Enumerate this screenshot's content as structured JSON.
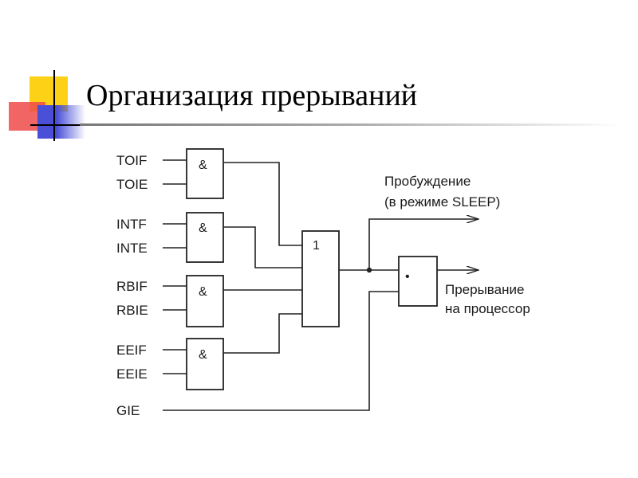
{
  "slide": {
    "title": "Организация прерываний"
  },
  "colors": {
    "accent_yellow": "#fcd116",
    "accent_red": "#f04a4a",
    "accent_blue": "#4a4fd8",
    "line": "#222222"
  },
  "diagram": {
    "inputs": {
      "toif": "TOIF",
      "toie": "TOIE",
      "intf": "INTF",
      "inte": "INTE",
      "rbif": "RBIF",
      "rbie": "RBIE",
      "eeif": "EEIF",
      "eeie": "EEIE",
      "gie": "GIE"
    },
    "gates": {
      "and_symbol": "&",
      "or_symbol": "1",
      "flipflop_symbol": "•"
    },
    "outputs": {
      "wakeup_line1": "Пробуждение",
      "wakeup_line2": "(в режиме SLEEP)",
      "interrupt_line1": "Прерывание",
      "interrupt_line2": "на процессор"
    }
  }
}
